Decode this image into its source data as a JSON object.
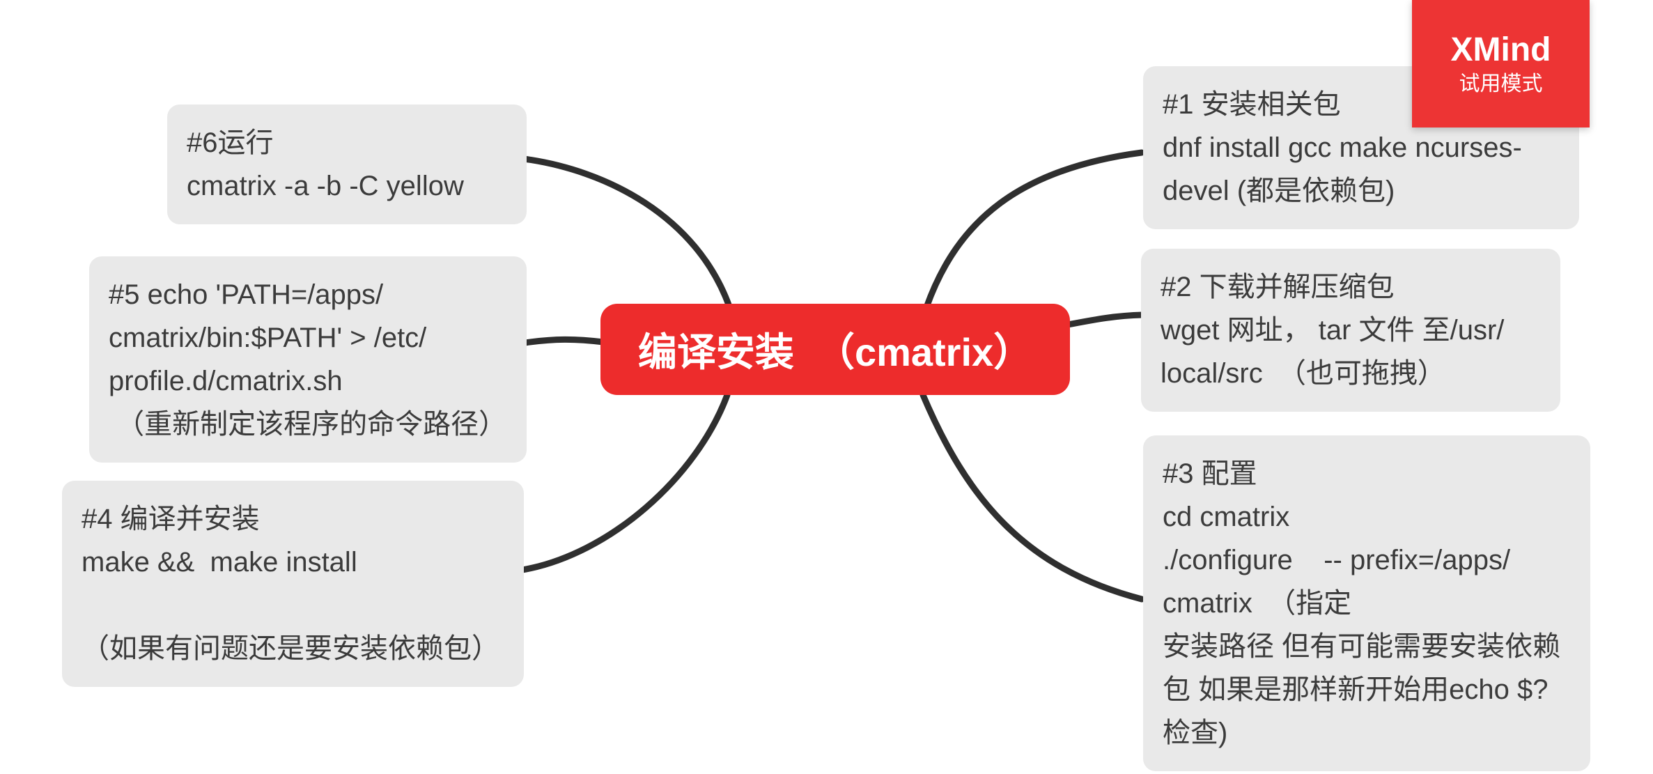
{
  "app": {
    "watermark": {
      "brand": "XMind",
      "mode_label": "试用模式"
    }
  },
  "map": {
    "central_topic": {
      "label": "编译安装  （cmatrix）"
    },
    "topics": [
      {
        "id": "#1",
        "side": "right",
        "text": "#1 安装相关包\ndnf install gcc make ncurses-\ndevel (都是依赖包)"
      },
      {
        "id": "#2",
        "side": "right",
        "text": "#2 下载并解压缩包\nwget 网址， tar 文件 至/usr/\nlocal/src  （也可拖拽）"
      },
      {
        "id": "#3",
        "side": "right",
        "text": "#3 配置\ncd cmatrix\n./configure    -- prefix=/apps/\ncmatrix  （指定\n安装路径 但有可能需要安装依赖\n包 如果是那样新开始用echo $?\n检查)"
      },
      {
        "id": "#4",
        "side": "left",
        "text": "#4 编译并安装\nmake &&  make install\n （如果有问题还是要安装依赖包）"
      },
      {
        "id": "#5",
        "side": "left",
        "text": "#5 echo 'PATH=/apps/\ncmatrix/bin:$PATH' > /etc/\nprofile.d/cmatrix.sh\n （重新制定该程序的命令路径）"
      },
      {
        "id": "#6",
        "side": "left",
        "text": "#6运行\ncmatrix -a -b -C yellow"
      }
    ],
    "colors": {
      "canvas_bg": "#ffffff",
      "central_bg": "#ed2c2c",
      "central_text": "#ffffff",
      "topic_bg": "#e9e9e9",
      "topic_text": "#3b3b3b",
      "connector": "#2f2f2f",
      "watermark_bg": "#ed3434",
      "watermark_text": "#ffffff"
    }
  }
}
